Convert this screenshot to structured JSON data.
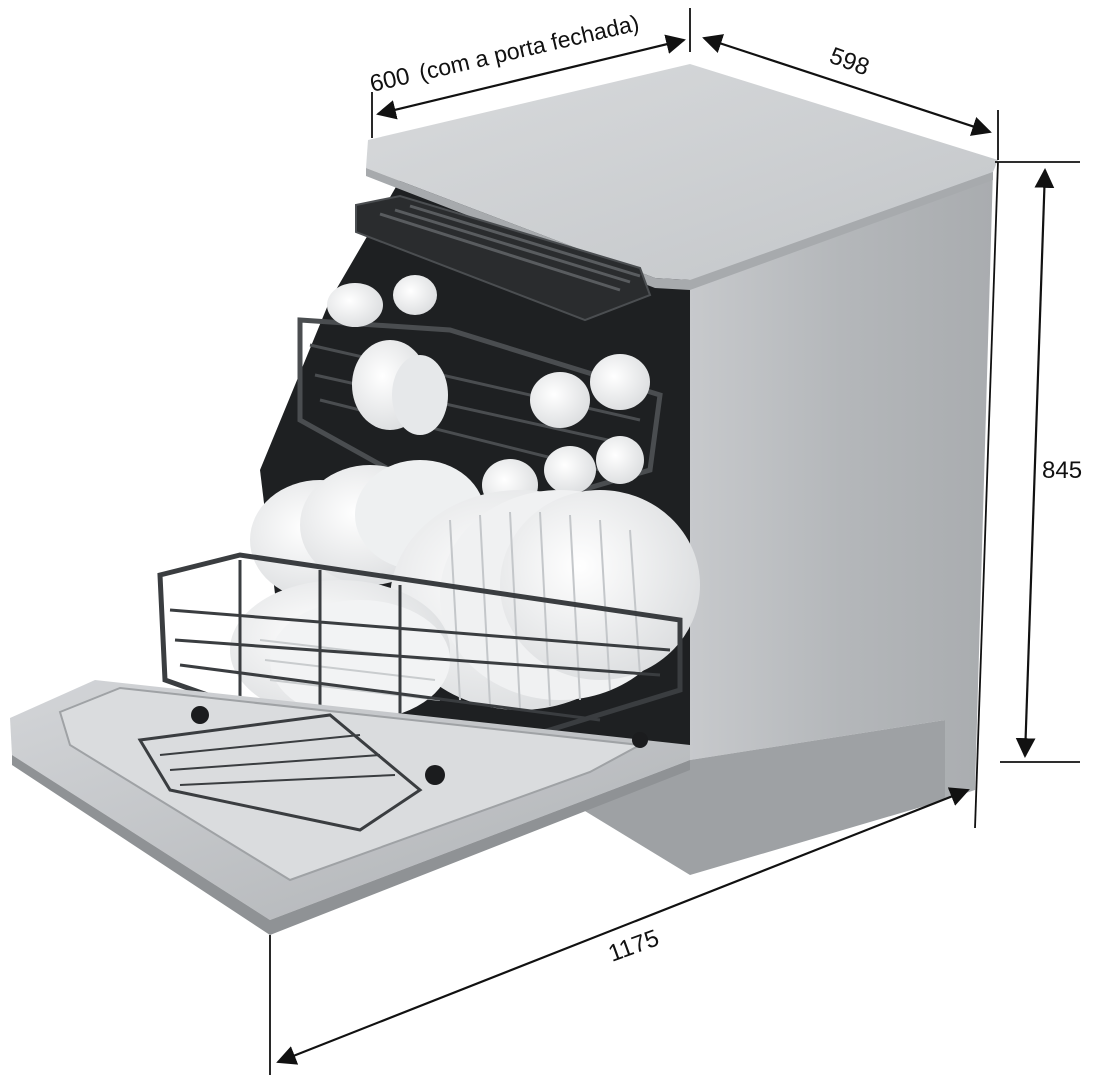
{
  "dimensions": {
    "width_closed": {
      "value": "600",
      "note": "(com a porta fechada)"
    },
    "depth": {
      "value": "598"
    },
    "height": {
      "value": "845"
    },
    "depth_open": {
      "value": "1175"
    }
  },
  "colors": {
    "line": "#111111",
    "cabinet_side": "#b9bcbf",
    "cabinet_top": "#cdd0d3",
    "door": "#c2c5c8",
    "interior": "#1e2022",
    "rack": "#3a3d40",
    "dishes": "#f4f5f6"
  },
  "icons": [
    "dishwasher-illustration"
  ]
}
